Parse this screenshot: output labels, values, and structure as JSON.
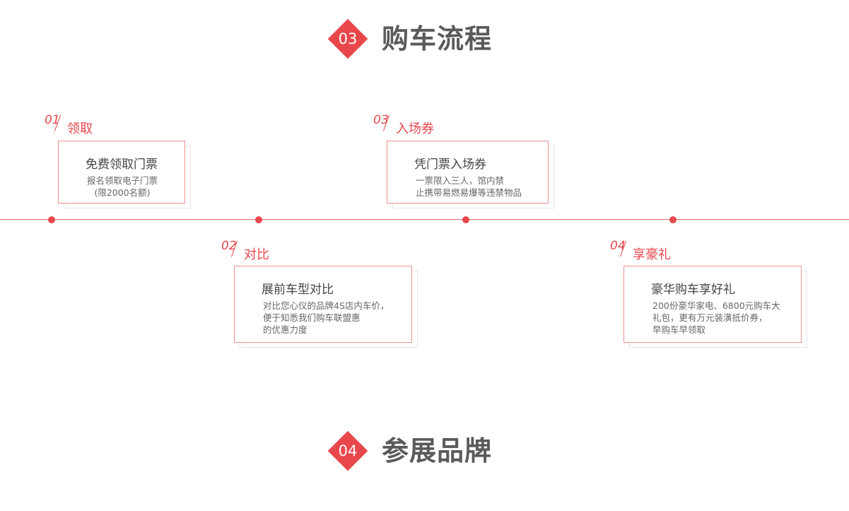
{
  "sections": {
    "top": {
      "number": "03",
      "title": "购车流程"
    },
    "bottom": {
      "number": "04",
      "title": "参展品牌"
    }
  },
  "steps": [
    {
      "num": "01",
      "name": "领取",
      "card_title": "免费领取门票",
      "desc_lines": [
        "报名领取电子门票",
        "(限2000名额)"
      ]
    },
    {
      "num": "02",
      "name": "对比",
      "card_title": "展前车型对比",
      "desc_lines": [
        "对比您心仪的品牌4S店内车价，",
        "便于知悉我们购车联盟惠",
        "的优惠力度"
      ]
    },
    {
      "num": "03",
      "name": "入场券",
      "card_title": "凭门票入场券",
      "desc_lines": [
        "一票限入三人，馆内禁",
        "止携带易燃易爆等违禁物品"
      ]
    },
    {
      "num": "04",
      "name": "享豪礼",
      "card_title": "豪华购车享好礼",
      "desc_lines": [
        "200份豪华家电、6800元购车大",
        "礼包，更有万元装潢抵价券，",
        "早购车早领取"
      ]
    }
  ],
  "colors": {
    "accent": "#e8474c",
    "title_gray": "#5a5a5a",
    "card_border": "#e8928f"
  }
}
